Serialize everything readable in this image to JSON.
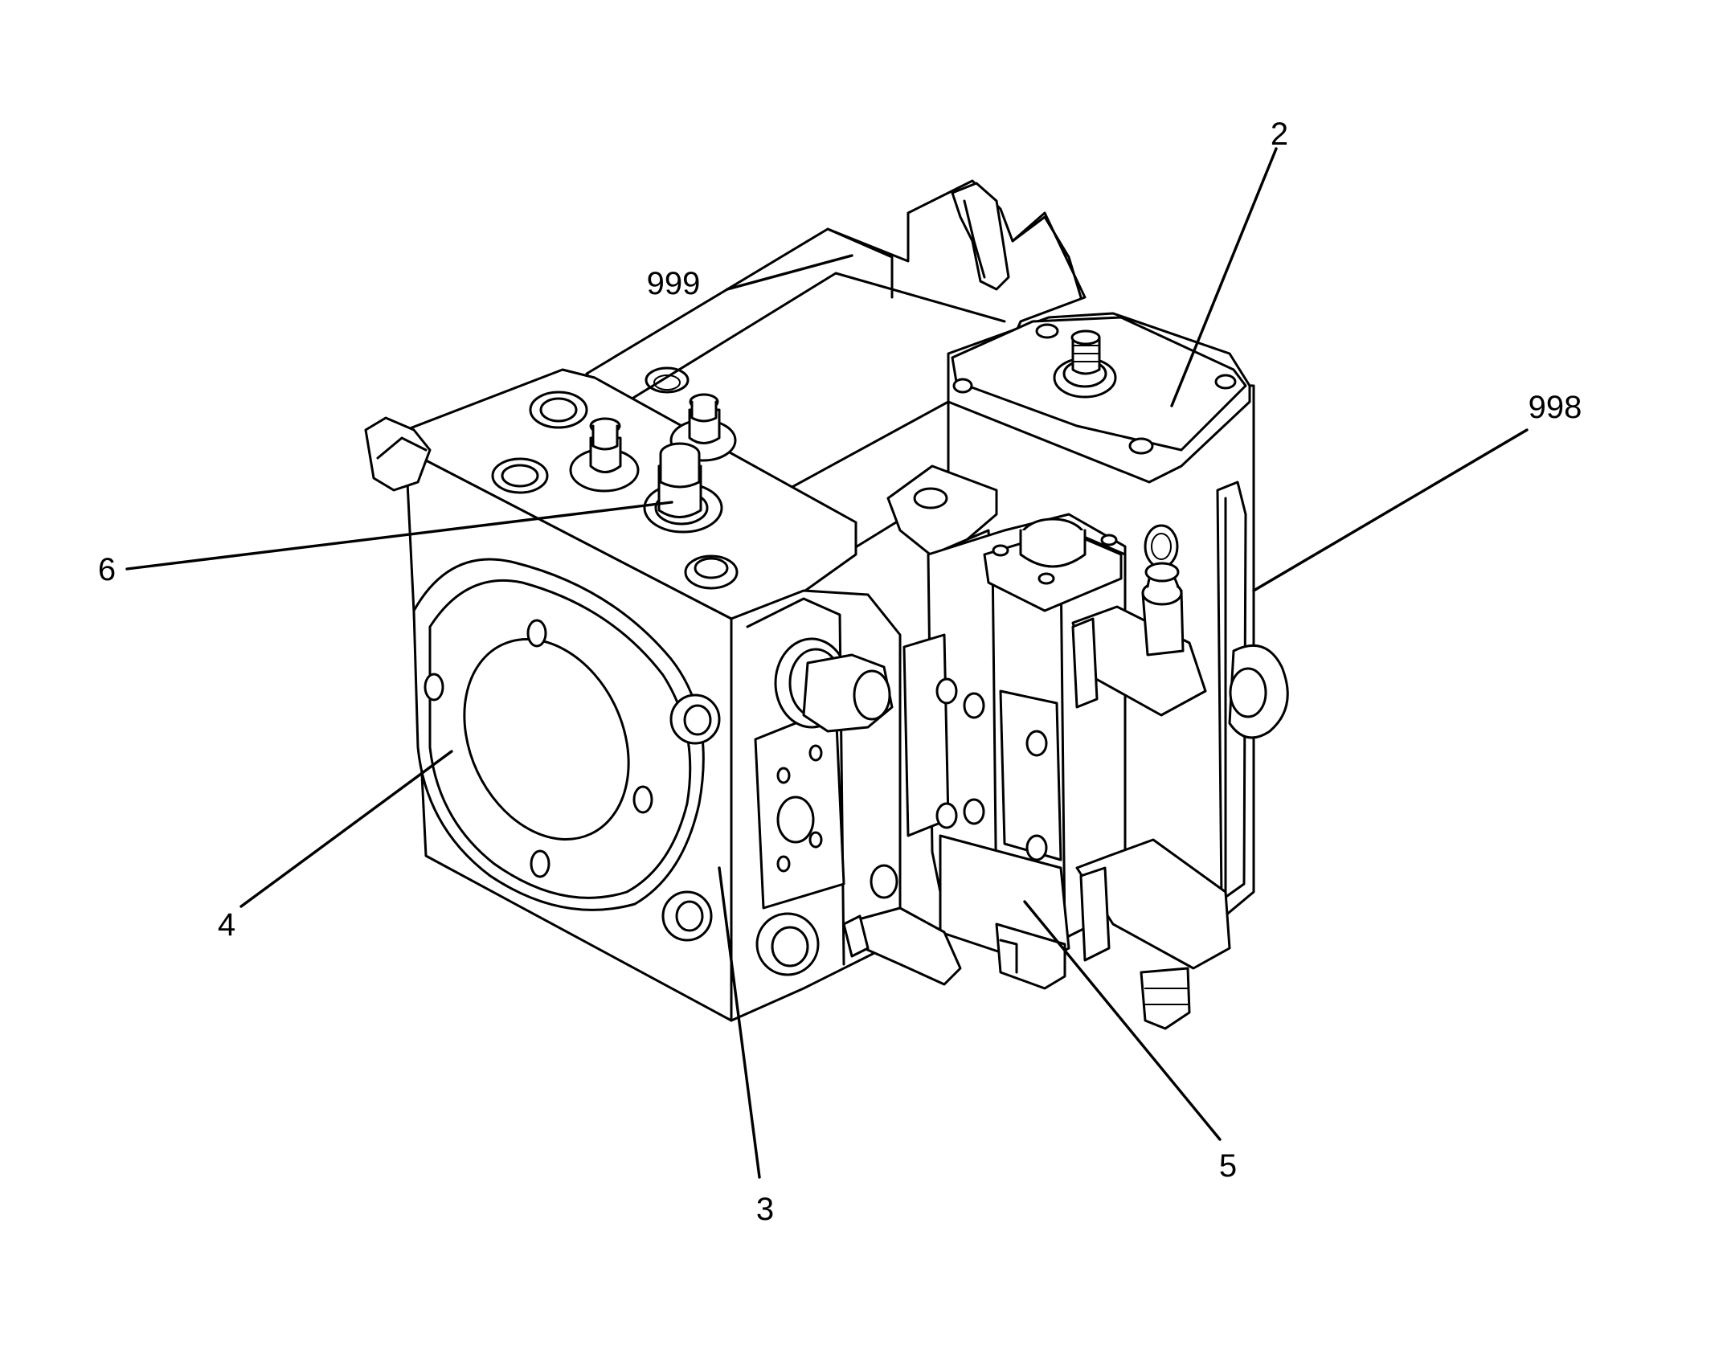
{
  "callouts": [
    {
      "id": "2",
      "label": "2"
    },
    {
      "id": "998",
      "label": "998"
    },
    {
      "id": "999",
      "label": "999"
    },
    {
      "id": "6",
      "label": "6"
    },
    {
      "id": "4",
      "label": "4"
    },
    {
      "id": "3",
      "label": "3"
    },
    {
      "id": "5",
      "label": "5"
    }
  ]
}
